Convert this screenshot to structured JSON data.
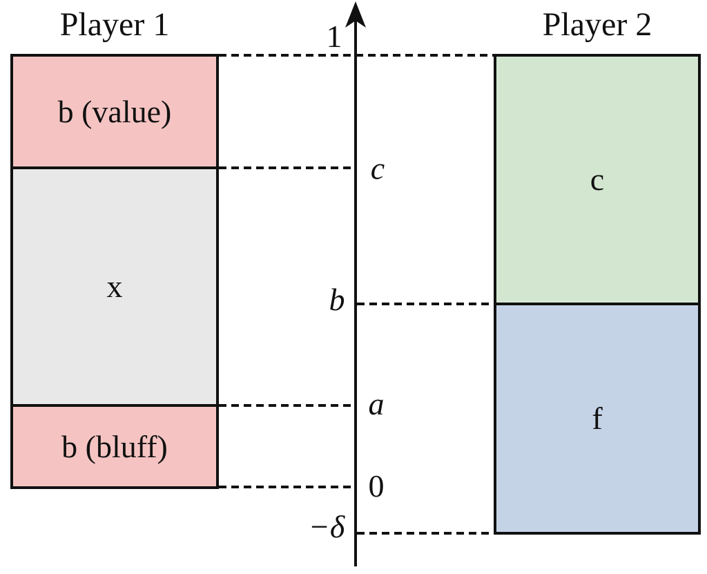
{
  "player1": {
    "title": "Player 1",
    "regions": [
      {
        "label": "b (value)",
        "color": "#f5c4c2"
      },
      {
        "label": "x",
        "color": "#e8e8e8"
      },
      {
        "label": "b (bluff)",
        "color": "#f5c4c2"
      }
    ]
  },
  "player2": {
    "title": "Player 2",
    "regions": [
      {
        "label": "c",
        "color": "#d3e7d0"
      },
      {
        "label": "f",
        "color": "#c5d3e7"
      }
    ]
  },
  "axis": {
    "labels": [
      {
        "text": "1"
      },
      {
        "text": "c"
      },
      {
        "text": "b"
      },
      {
        "text": "a"
      },
      {
        "text": "0"
      },
      {
        "text": "−δ"
      }
    ],
    "line_color": "#111111"
  }
}
